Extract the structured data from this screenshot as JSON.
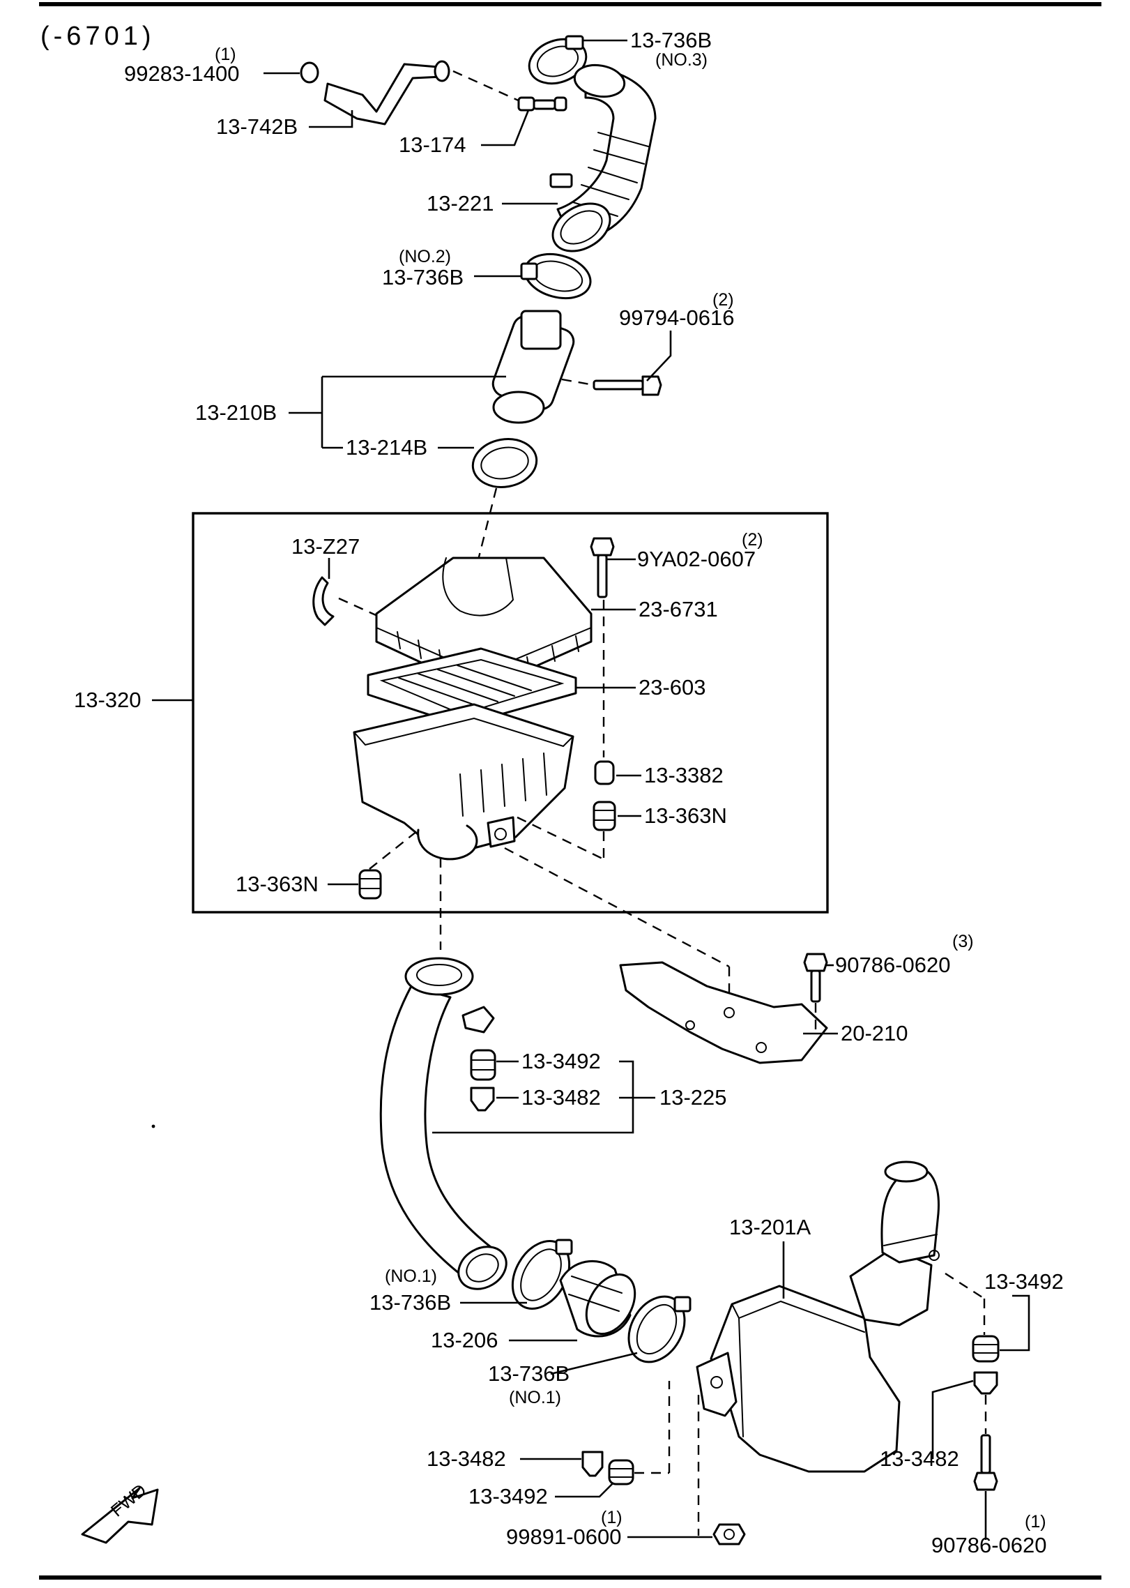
{
  "header": {
    "range_code": "(-6701)"
  },
  "labels": {
    "p99283_1400": "99283-1400",
    "p99283_1400_qty": "(1)",
    "p13_742B": "13-742B",
    "p13_736B_top": "13-736B",
    "p13_736B_top_no": "(NO.3)",
    "p13_174": "13-174",
    "p13_221": "13-221",
    "p13_736B_mid_no": "(NO.2)",
    "p13_736B_mid": "13-736B",
    "p99794_0616": "99794-0616",
    "p99794_0616_qty": "(2)",
    "p13_210B": "13-210B",
    "p13_214B": "13-214B",
    "p13_Z27": "13-Z27",
    "p9YA02_0607": "9YA02-0607",
    "p9YA02_0607_qty": "(2)",
    "p23_6731": "23-6731",
    "p13_320": "13-320",
    "p23_603": "23-603",
    "p13_3382": "13-3382",
    "p13_363N_right": "13-363N",
    "p13_363N_left": "13-363N",
    "p90786_0620_top": "90786-0620",
    "p90786_0620_top_qty": "(3)",
    "p20_210": "20-210",
    "p13_3492_a": "13-3492",
    "p13_3482_a": "13-3482",
    "p13_225": "13-225",
    "p13_201A": "13-201A",
    "p13_736B_no1a_no": "(NO.1)",
    "p13_736B_no1a": "13-736B",
    "p13_3492_b": "13-3492",
    "p13_206": "13-206",
    "p13_736B_no1b": "13-736B",
    "p13_736B_no1b_no": "(NO.1)",
    "p13_3482_b": "13-3482",
    "p13_3492_c": "13-3492",
    "p13_3482_c": "13-3482",
    "p99891_0600": "99891-0600",
    "p99891_0600_qty": "(1)",
    "p90786_0620_bot": "90786-0620",
    "p90786_0620_bot_qty": "(1)"
  },
  "fwd_marker": {
    "label": "FWD"
  }
}
